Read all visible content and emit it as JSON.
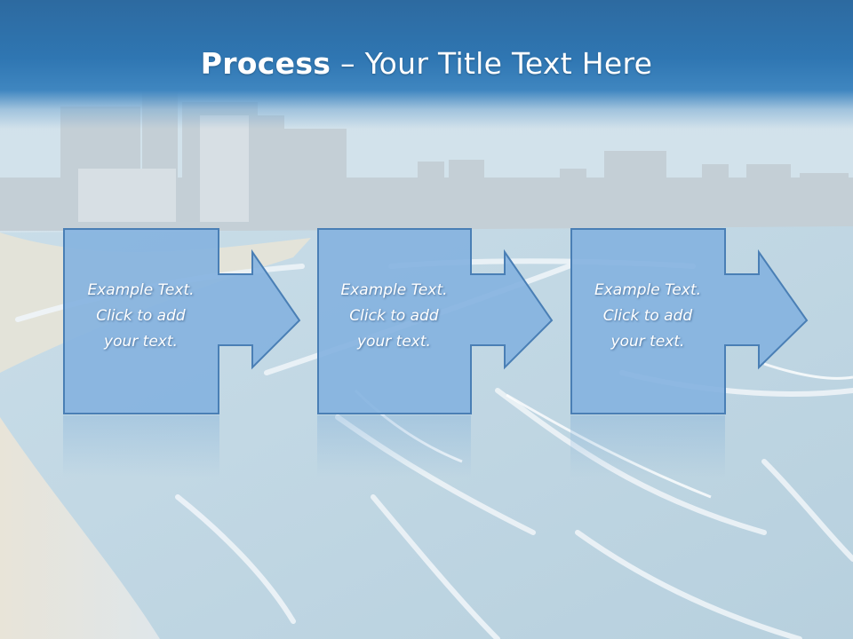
{
  "slide": {
    "title_bold": "Process",
    "title_rest": " – Your Title Text Here"
  },
  "steps": [
    {
      "lines": [
        "Example Text.",
        "Click  to add",
        "your text."
      ]
    },
    {
      "lines": [
        "Example Text.",
        "Click  to add",
        "your text."
      ]
    },
    {
      "lines": [
        "Example Text.",
        "Click  to add",
        "your text."
      ]
    }
  ],
  "colors": {
    "header": "#2f76b2",
    "box_fill": "#85b3df",
    "box_stroke": "#4a7fb5",
    "text": "#ffffff"
  }
}
